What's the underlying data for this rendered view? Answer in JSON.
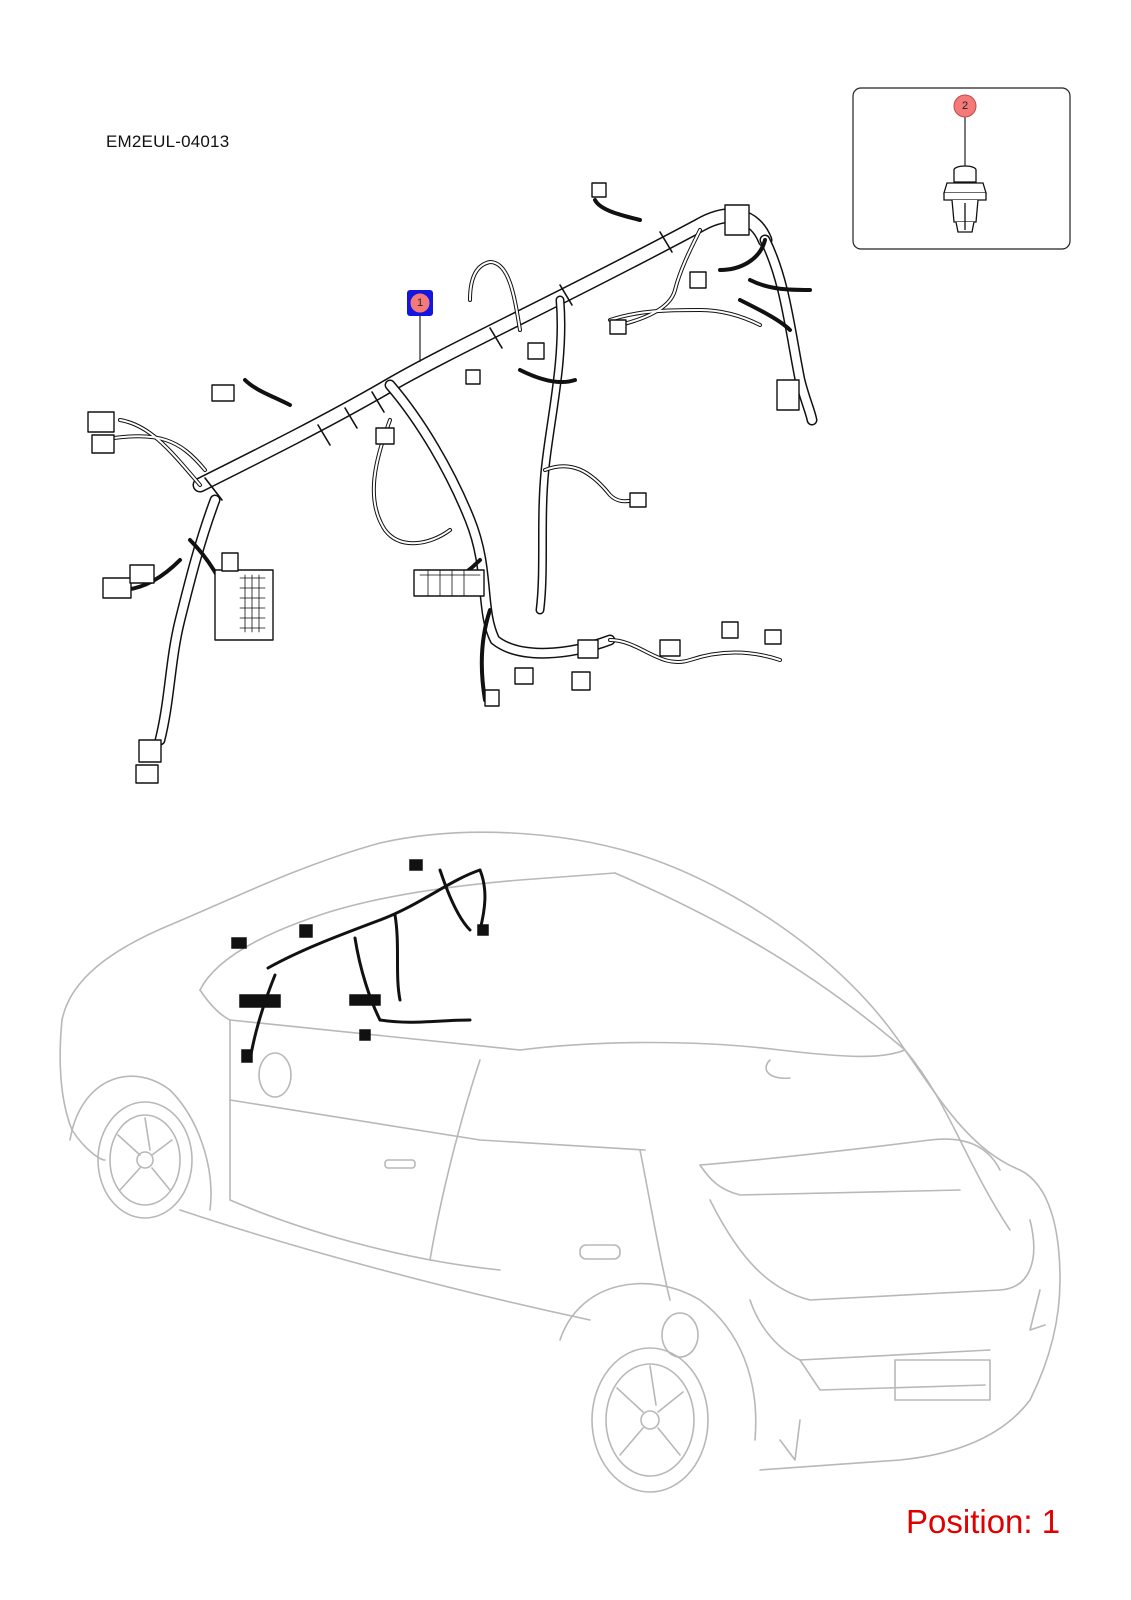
{
  "diagram_code": "EM2EUL-04013",
  "position_label": "Position: 1",
  "callouts": [
    {
      "id": "1",
      "state": "selected",
      "fill": "#f47a7a",
      "border": "#1515e0"
    },
    {
      "id": "2",
      "state": "normal",
      "fill": "#f47a7a",
      "border": "#c24848"
    }
  ],
  "colors": {
    "accent": "#e00000",
    "selection": "#1515e0",
    "outline": "#111111",
    "car": "#b8b8b8"
  }
}
